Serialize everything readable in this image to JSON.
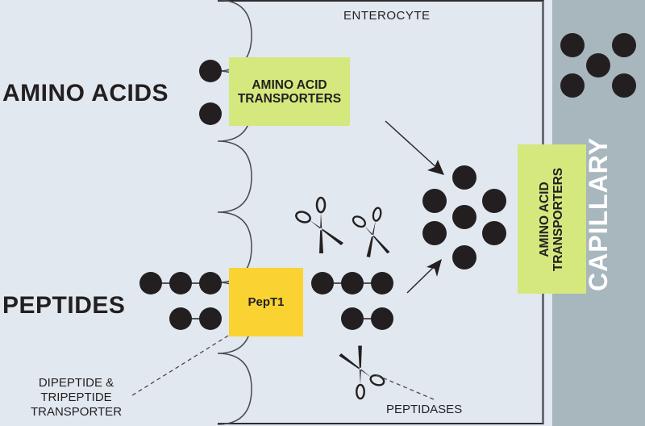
{
  "labels": {
    "enterocyte": "ENTEROCYTE",
    "amino_acids": "AMINO ACIDS",
    "peptides": "PEPTIDES",
    "amino_acid_transporters_top_line1": "AMINO ACID",
    "amino_acid_transporters_top_line2": "TRANSPORTERS",
    "pept1": "PepT1",
    "amino_acid_transporters_right_line1": "AMINO ACID",
    "amino_acid_transporters_right_line2": "TRANSPORTERS",
    "capillary": "CAPILLARY",
    "di_tri_line1": "DIPEPTIDE &",
    "di_tri_line2": "TRIPEPTIDE",
    "di_tri_line3": "TRANSPORTER",
    "peptidases": "PEPTIDASES"
  },
  "colors": {
    "background": "#e1e8ef",
    "capillary": "#a8b6bd",
    "transporter_green": "#d4e87d",
    "pept1_yellow": "#fad232",
    "molecule": "#231f20"
  },
  "icons": {
    "molecule": "filled-circle",
    "scissors": "scissors-icon",
    "arrow": "arrow-icon"
  }
}
